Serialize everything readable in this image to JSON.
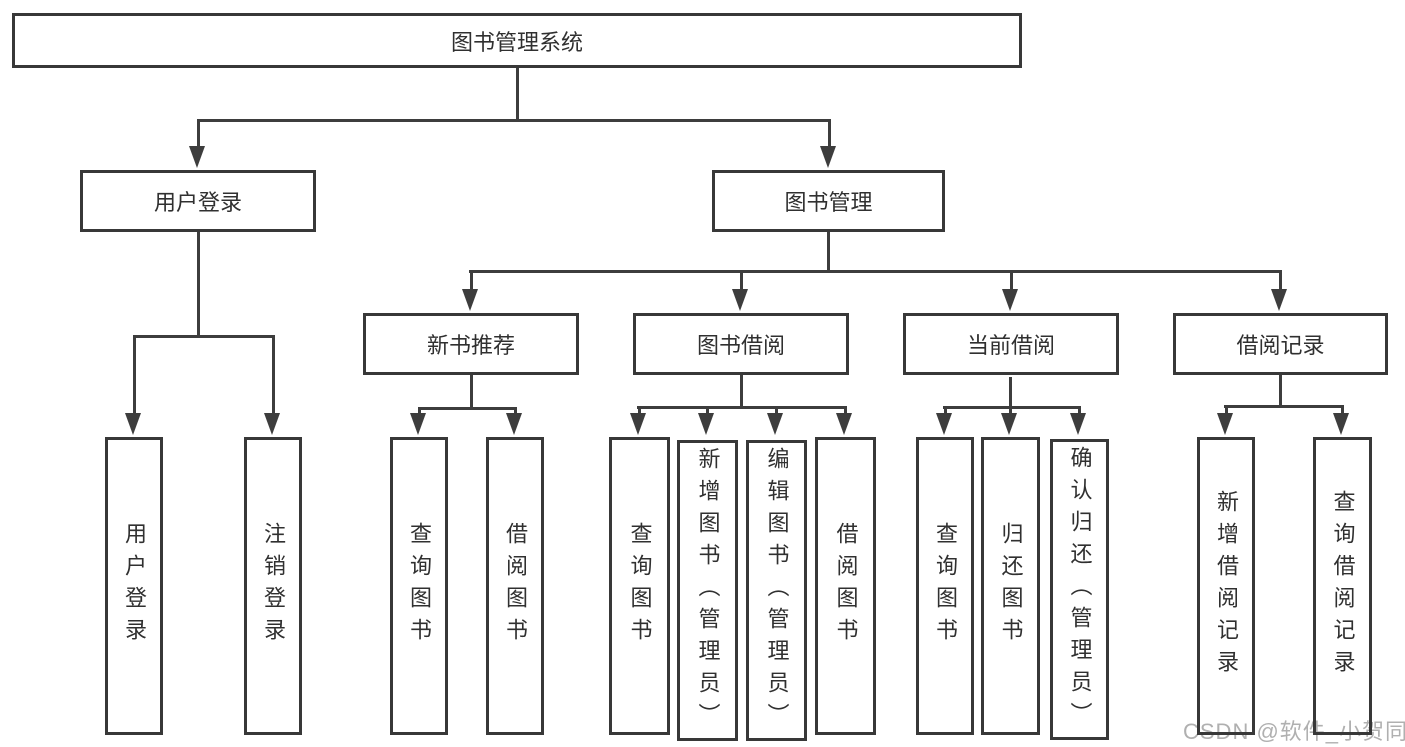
{
  "diagram": {
    "title_node": {
      "label": "图书管理系统"
    },
    "level2": [
      {
        "label": "用户登录"
      },
      {
        "label": "图书管理"
      }
    ],
    "level3": [
      {
        "label": "新书推荐"
      },
      {
        "label": "图书借阅"
      },
      {
        "label": "当前借阅"
      },
      {
        "label": "借阅记录"
      }
    ],
    "leaves": {
      "user_login": [
        {
          "label": "用户登录"
        },
        {
          "label": "注销登录"
        }
      ],
      "new_book": [
        {
          "label": "查询图书"
        },
        {
          "label": "借阅图书"
        }
      ],
      "book_borrow": [
        {
          "label": "查询图书"
        },
        {
          "label": "新增图书（管理员）"
        },
        {
          "label": "编辑图书（管理员）"
        },
        {
          "label": "借阅图书"
        }
      ],
      "current_borrow": [
        {
          "label": "查询图书"
        },
        {
          "label": "归还图书"
        },
        {
          "label": "确认归还（管理员）"
        }
      ],
      "borrow_records": [
        {
          "label": "新增借阅记录"
        },
        {
          "label": "查询借阅记录"
        }
      ]
    },
    "colors": {
      "line": "#3d3d3d",
      "box_border": "#383838",
      "text": "#303030",
      "watermark": "#b0b0b0"
    }
  },
  "watermark": {
    "text": "CSDN @软件_小贺同学"
  }
}
